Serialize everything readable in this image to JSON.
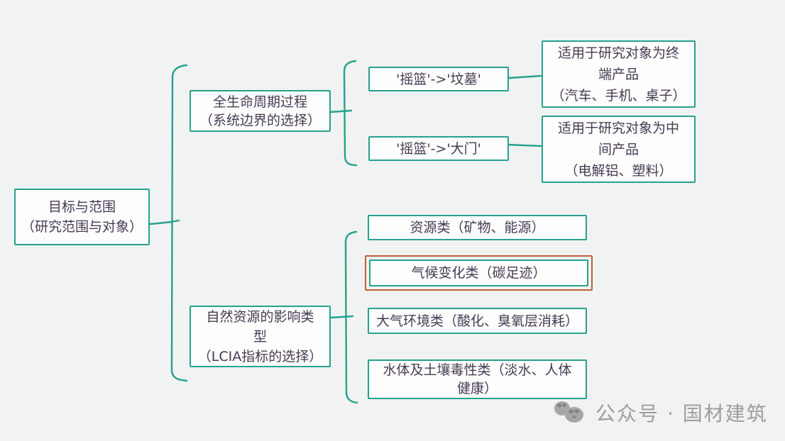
{
  "colors": {
    "branch_line": "#26a18e",
    "node_border": "#26a18e",
    "node_fill": "#fdfefd",
    "node_text": "#463a52",
    "highlight_border": "#c05f3a",
    "background": "#f1f2f2",
    "watermark_gray": "#9d9d9d"
  },
  "nodes": {
    "root": {
      "lines": [
        "目标与范围",
        "（研究范围与对象）"
      ]
    },
    "lifecycle": {
      "lines": [
        "全生命周期过程",
        "（系统边界的选择）"
      ]
    },
    "cradle_grave": {
      "lines": [
        "'摇篮'->'坟墓'"
      ]
    },
    "terminal_product": {
      "lines": [
        "适用于研究对象为终",
        "端产品",
        "（汽车、手机、桌子）"
      ]
    },
    "cradle_gate": {
      "lines": [
        "'摇篮'->'大门'"
      ]
    },
    "intermediate_product": {
      "lines": [
        "适用于研究对象为中",
        "间产品",
        "（电解铝、塑料）"
      ]
    },
    "impact_types": {
      "lines": [
        "自然资源的影响类",
        "型",
        "（LCIA指标的选择）"
      ]
    },
    "resource": {
      "lines": [
        "资源类（矿物、能源）"
      ]
    },
    "climate": {
      "lines": [
        "气候变化类（碳足迹）"
      ]
    },
    "atmosphere": {
      "lines": [
        "大气环境类（酸化、臭氧层消耗）"
      ]
    },
    "water_soil": {
      "lines": [
        "水体及土壤毒性类（淡水、人体",
        "健康）"
      ]
    }
  },
  "watermark": {
    "label": "公众号 · 国材建筑",
    "icon": "stones-icon"
  }
}
